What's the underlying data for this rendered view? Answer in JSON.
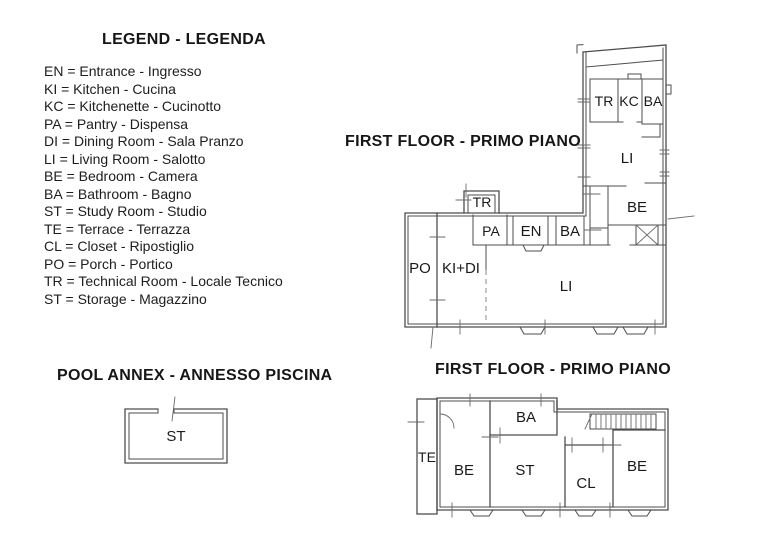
{
  "colors": {
    "background": "#ffffff",
    "wall_line": "#4d4d4d",
    "tick_line": "#6a6a6a",
    "text": "#1a1a1a"
  },
  "legend": {
    "title": "LEGEND - LEGENDA",
    "items": [
      "EN = Entrance - Ingresso",
      "KI = Kitchen - Cucina",
      "KC = Kitchenette - Cucinotto",
      "PA = Pantry - Dispensa",
      "DI = Dining Room - Sala Pranzo",
      "LI = Living Room - Salotto",
      "BE = Bedroom - Camera",
      "BA = Bathroom - Bagno",
      "ST = Study Room - Studio",
      "TE = Terrace - Terrazza",
      "CL = Closet - Ripostiglio",
      "PO = Porch - Portico",
      "TR = Technical Room - Locale Tecnico",
      "ST = Storage - Magazzino"
    ]
  },
  "main_plan": {
    "title": "FIRST FLOOR - PRIMO PIANO",
    "rooms": [
      "TR",
      "KC",
      "BA",
      "LI",
      "BE",
      "TR",
      "PA",
      "EN",
      "BA",
      "PO",
      "KI+DI",
      "LI"
    ]
  },
  "annex_plan": {
    "title": "FIRST FLOOR - PRIMO PIANO",
    "rooms": [
      "TE",
      "BE",
      "BA",
      "ST",
      "CL",
      "BE"
    ]
  },
  "pool_annex": {
    "title": "POOL ANNEX - ANNESSO PISCINA",
    "rooms": [
      "ST"
    ]
  }
}
